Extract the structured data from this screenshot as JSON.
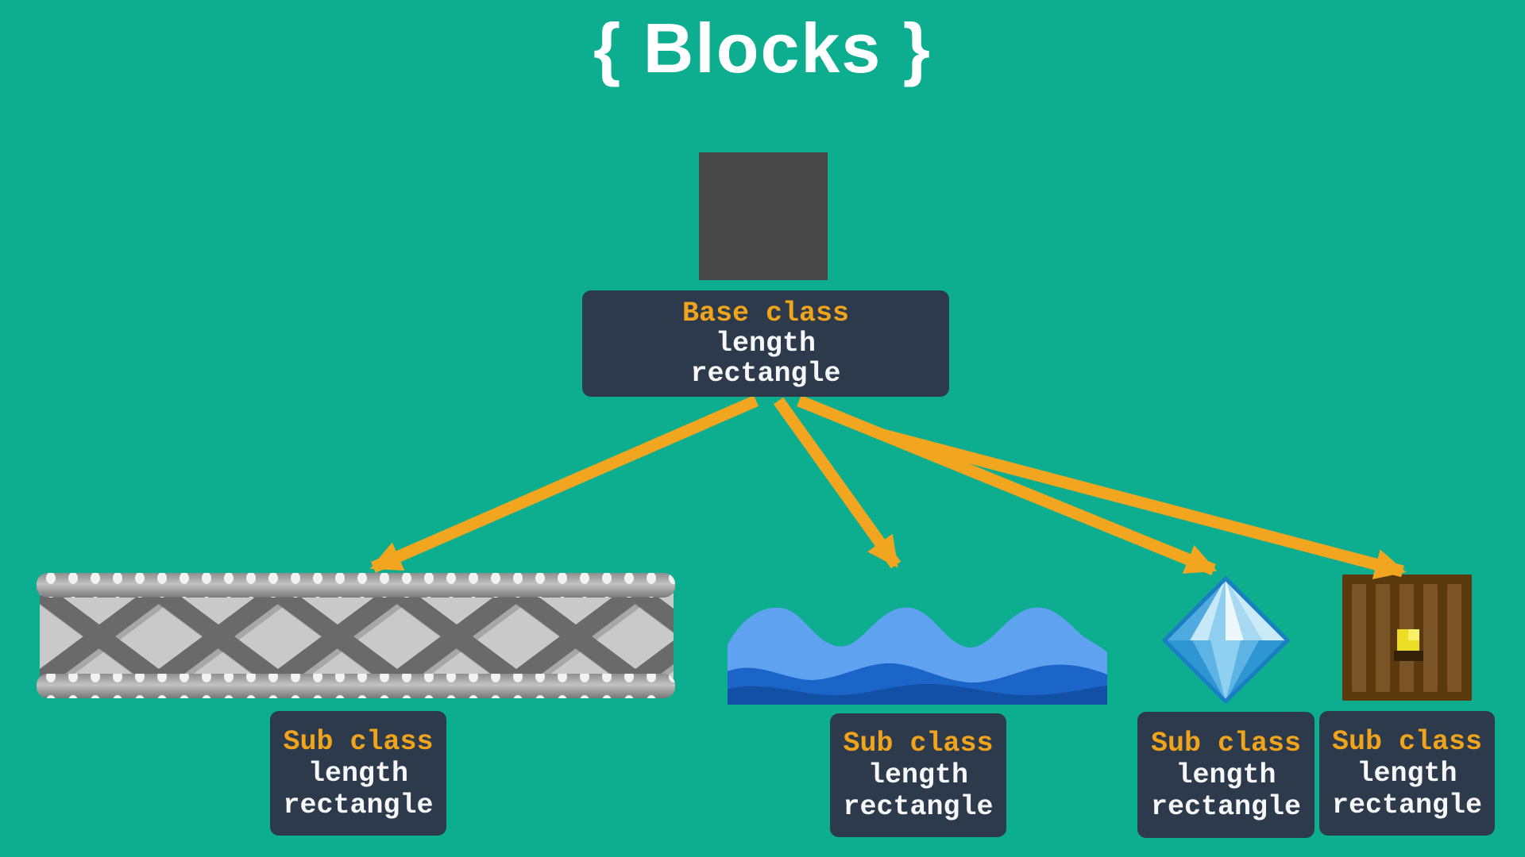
{
  "title": "{ Blocks }",
  "base_class": {
    "title": "Base class",
    "lines": [
      "length",
      "rectangle"
    ]
  },
  "subclasses": [
    {
      "title": "Sub class",
      "lines": [
        "length",
        "rectangle"
      ],
      "sprite": "metal-girder"
    },
    {
      "title": "Sub class",
      "lines": [
        "length",
        "rectangle"
      ],
      "sprite": "water-waves"
    },
    {
      "title": "Sub class",
      "lines": [
        "length",
        "rectangle"
      ],
      "sprite": "blue-diamond"
    },
    {
      "title": "Sub class",
      "lines": [
        "length",
        "rectangle"
      ],
      "sprite": "wooden-crate"
    }
  ],
  "sprites": [
    "gray-block",
    "metal-girder",
    "water-waves",
    "blue-diamond",
    "wooden-crate"
  ],
  "colors": {
    "background": "#0DAD90",
    "box_navy": "#2C3A4B",
    "accent_orange": "#F2A51E",
    "text_white": "#FFFFFF",
    "block_gray": "#474747"
  }
}
